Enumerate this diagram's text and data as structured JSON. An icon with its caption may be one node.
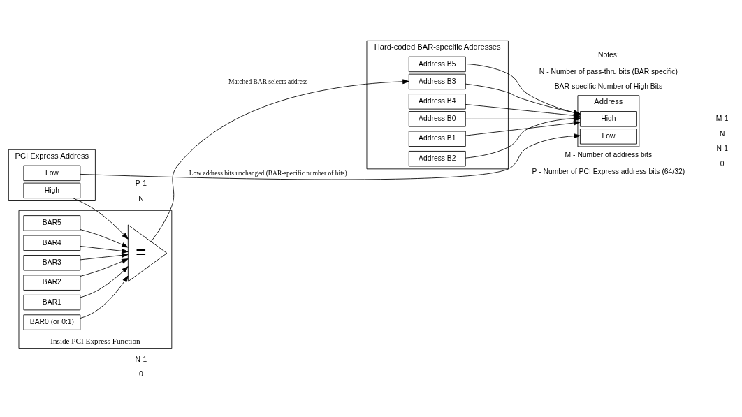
{
  "diagram": {
    "nodes": [
      {
        "text": [
          "PCI Express Address"
        ]
      },
      {
        "text": [
          "High"
        ],
        "in": 0
      },
      {
        "text": [
          "Low"
        ],
        "in": 0
      },
      {
        "text": [
          "Address"
        ]
      },
      {
        "text": [
          "High"
        ],
        "in": 3
      },
      {
        "text": [
          "Low"
        ],
        "in": 3
      },
      {
        "text": [
          "Inside PCI Express Function"
        ]
      },
      {
        "text": [
          "BAR0 (or 0:1)"
        ],
        "in": 6
      },
      {
        "text": [
          "BAR1"
        ],
        "in": 6
      },
      {
        "text": [
          "BAR2"
        ],
        "in": 6
      },
      {
        "text": [
          "BAR3"
        ],
        "in": 6
      },
      {
        "text": [
          "BAR4"
        ],
        "in": 6
      },
      {
        "text": [
          "BAR5"
        ],
        "in": 6
      },
      {
        "text": [
          "="
        ],
        "in": 6
      },
      {
        "text": [
          "Hard-coded BAR-specific Addresses"
        ]
      },
      {
        "text": [
          "Address B0"
        ],
        "in": 14
      },
      {
        "text": [
          "Address B1"
        ],
        "in": 14
      },
      {
        "text": [
          "Address B2"
        ],
        "in": 14
      },
      {
        "text": [
          "Address B3"
        ],
        "in": 14
      },
      {
        "text": [
          "Address B4"
        ],
        "in": 14
      },
      {
        "text": [
          "Address B5"
        ],
        "in": 14
      }
    ],
    "edges": [
      {
        "from": 2,
        "to": 5,
        "arrow": "to",
        "label": "Low address bits unchanged (BAR-specific number of bits)"
      },
      {
        "from": 1,
        "to": 13,
        "arrow": "to"
      },
      {
        "from": 7,
        "to": 13,
        "arrow": "to"
      },
      {
        "from": 8,
        "to": 13,
        "arrow": "to"
      },
      {
        "from": 9,
        "to": 13,
        "arrow": "to"
      },
      {
        "from": 10,
        "to": 13,
        "arrow": "to"
      },
      {
        "from": 11,
        "to": 13,
        "arrow": "to"
      },
      {
        "from": 12,
        "to": 13,
        "arrow": "to"
      },
      {
        "from": 13,
        "to": 18,
        "arrow": "to",
        "label": "Matched BAR selects address"
      },
      {
        "from": 15,
        "to": 4,
        "arrow": "to"
      },
      {
        "from": 16,
        "to": 4,
        "arrow": "to"
      },
      {
        "from": 17,
        "to": 4,
        "arrow": "to"
      },
      {
        "from": 18,
        "to": 4,
        "arrow": "to"
      },
      {
        "from": 19,
        "to": 4,
        "arrow": "to"
      },
      {
        "from": 20,
        "to": 4,
        "arrow": "to"
      }
    ],
    "labels": [
      "P-1",
      "N",
      "N-1",
      "0",
      "M-1",
      "N",
      "N-1",
      "0",
      "BAR-specific Number of High Bits",
      "Notes:",
      "N - Number of pass-thru bits (BAR specific)",
      "M - Number of address bits",
      "P - Number of PCI Express address bits (64/32)"
    ]
  }
}
